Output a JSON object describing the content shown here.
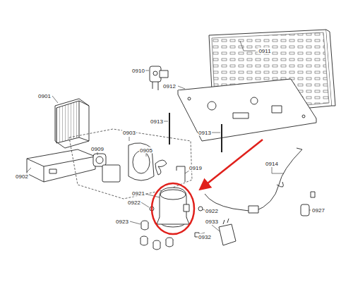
{
  "diagram": {
    "labels": [
      "0911",
      "0910",
      "0912",
      "0901",
      "0903",
      "0913",
      "0913",
      "0909",
      "0905",
      "0914",
      "0919",
      "0902",
      "0921",
      "0922",
      "0922",
      "0927",
      "0923",
      "0933",
      "0932"
    ]
  }
}
